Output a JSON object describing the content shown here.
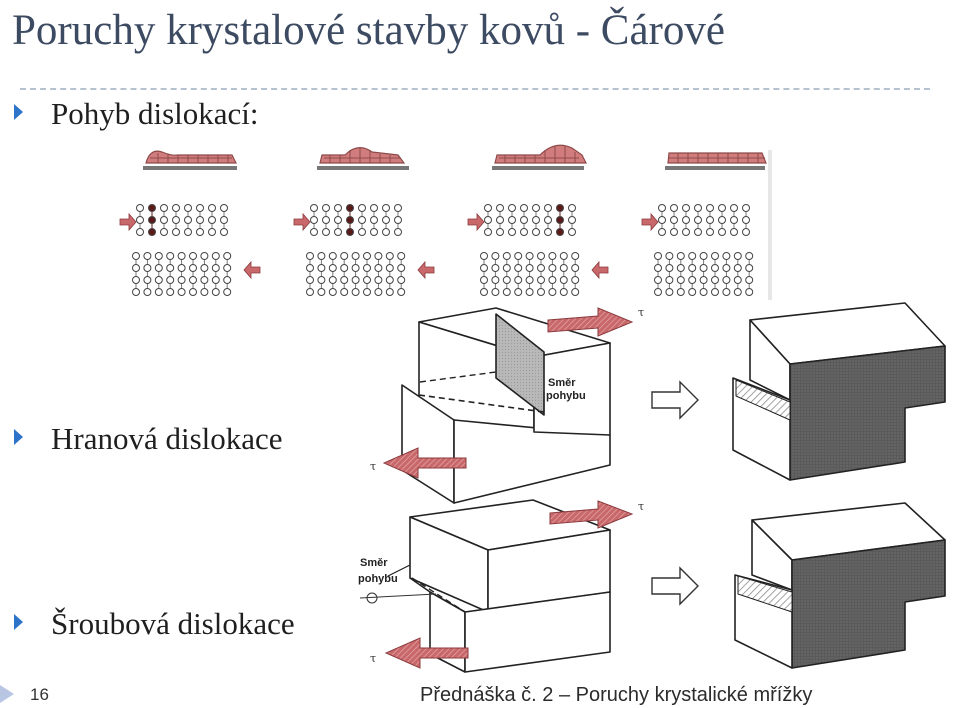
{
  "slide": {
    "title": "Poruchy krystalové stavby kovů - Čárové",
    "bullets": [
      "Pohyb dislokací:",
      "Hranová dislokace",
      "Šroubová dislokace"
    ],
    "page_number": "16",
    "footer": "Přednáška č. 2 – Poruchy krystalické mřížky"
  },
  "figures": {
    "edge_block_label": "Směr pohybu",
    "screw_block_label": "Směr pohybu",
    "tau_symbol": "τ",
    "colors": {
      "accent": "#2c73c9",
      "title": "#3c4a62",
      "arrow_red": "#c25a5e",
      "caterpillar": "#d37b7b",
      "shade_dark": "#5f5f5f"
    }
  }
}
